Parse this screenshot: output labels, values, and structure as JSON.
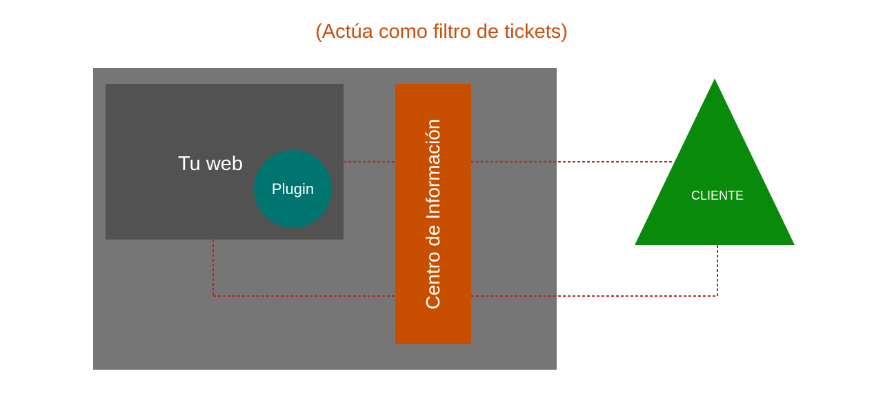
{
  "caption": "(Actúa como filtro de tickets)",
  "nodes": {
    "web": "Tu web",
    "plugin": "Plugin",
    "info_center": "Centro de Información",
    "client": "CLIENTE"
  },
  "colors": {
    "caption": "#c94f0c",
    "outer_box": "#767676",
    "web_box": "#525252",
    "plugin": "#007570",
    "info_center": "#c94f00",
    "client": "#0a8a0a",
    "connector": "#b5281f"
  }
}
